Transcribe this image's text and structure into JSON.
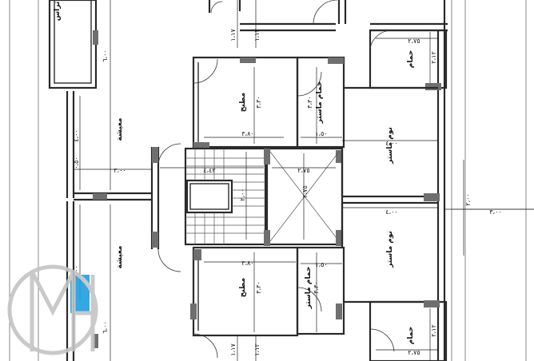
{
  "rooms": {
    "kitchen": "مطبخ",
    "master_bath": "حمام ماستر",
    "master_bedroom": "نوم ماستر",
    "bathroom": "حمام",
    "living_room": "معيشة",
    "balcony": "تراس"
  },
  "dimensions": {
    "d_275": "٢،٧٥",
    "d_380": "٣،٨٠",
    "d_150": "١،٥٠",
    "d_330": "٣،٣٠",
    "d_400": "٤،٠٠",
    "d_300": "٣،٠٠",
    "d_600": "٦،٠٠",
    "d_442": "٤،٤٢",
    "d_212": "٢،١٢",
    "d_117": "١،١٧",
    "d_112": "١،١٢",
    "d_050": "٠،٥٠",
    "d_200": "٢،٠٠"
  },
  "colors": {
    "logo_accent": "#1e9fe0",
    "logo_ring": "#c4c4c4",
    "wall": "#2a2a2a",
    "column": "#6f6f6f"
  }
}
